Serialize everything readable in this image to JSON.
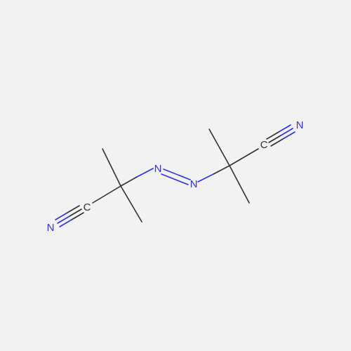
{
  "molecule": {
    "atoms": {
      "n1": {
        "symbol": "N",
        "color": "#2f2fe6"
      },
      "c1": {
        "symbol": "C",
        "color": "#303030"
      },
      "n2": {
        "symbol": "N",
        "color": "#2f2fe6"
      },
      "n3": {
        "symbol": "N",
        "color": "#2f2fe6"
      },
      "c2": {
        "symbol": "C",
        "color": "#303030"
      },
      "n4": {
        "symbol": "N",
        "color": "#2f2fe6"
      }
    },
    "bond_color": "#303030",
    "heteroatom_color": "#2f2fe6",
    "background": "#f2f2f2"
  }
}
